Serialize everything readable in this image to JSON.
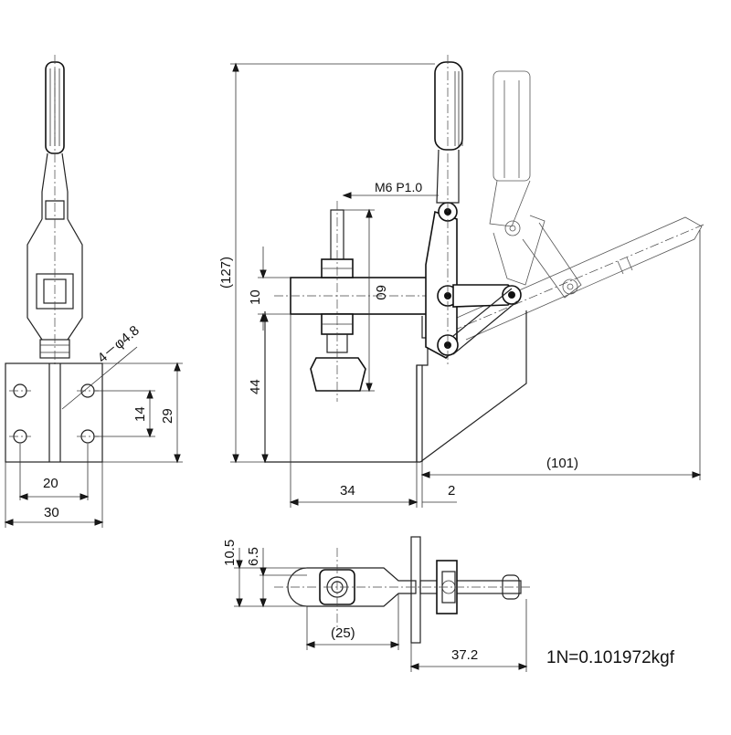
{
  "dimensions": {
    "d127": "(127)",
    "d10": "10",
    "d60": "60",
    "d44": "44",
    "d34": "34",
    "d2": "2",
    "d101": "(101)",
    "d20": "20",
    "d30": "30",
    "d14": "14",
    "d29": "29",
    "d10_5": "10.5",
    "d6_5": "6.5",
    "d25": "(25)",
    "d37_2": "37.2"
  },
  "labels": {
    "thread": "M6  P1.0",
    "holes": "4－φ4.8",
    "conversion": "1N=0.101972kgf"
  }
}
